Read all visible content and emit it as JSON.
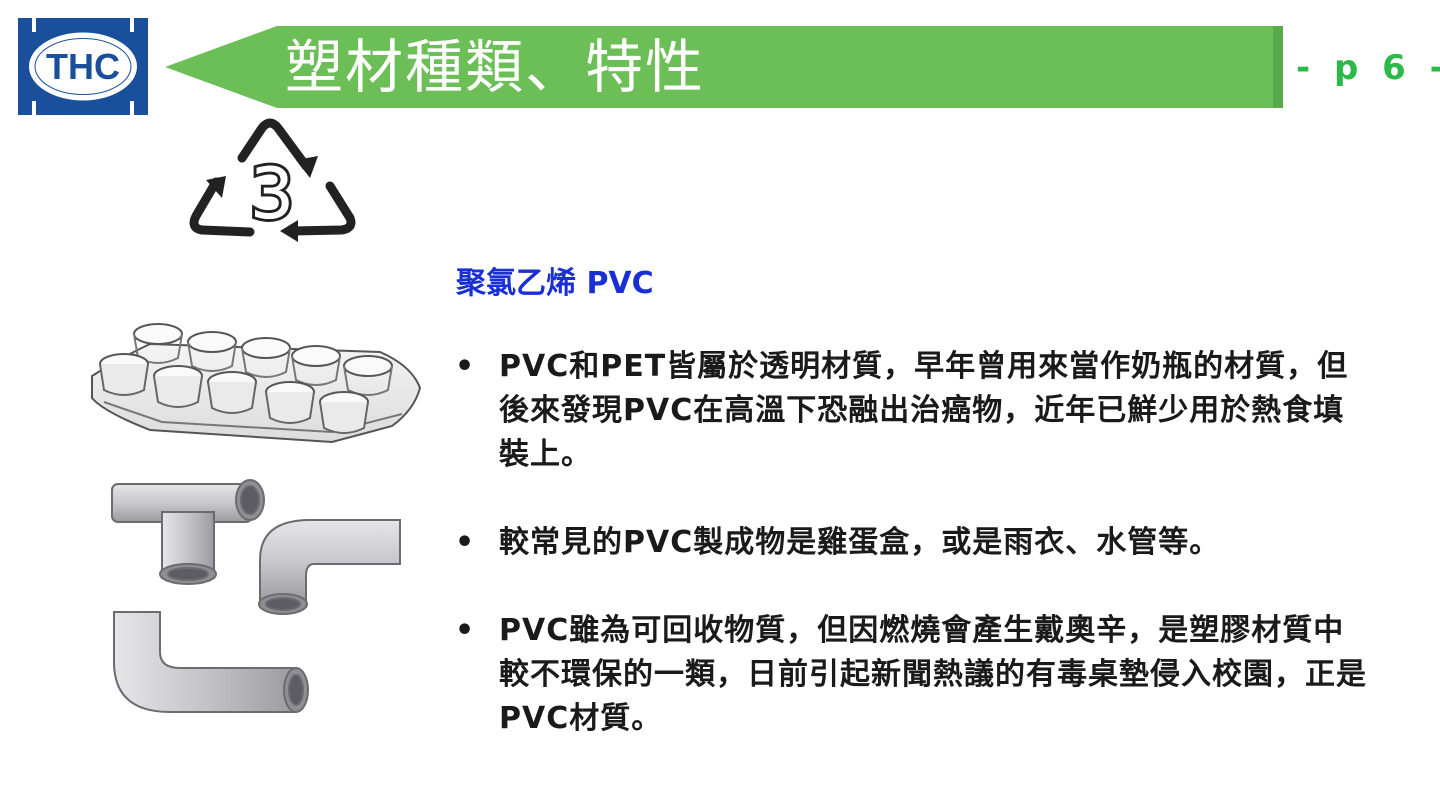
{
  "logo": {
    "text": "THC"
  },
  "header": {
    "title": "塑材種類、特性",
    "page_number": "- p 6 -"
  },
  "recycle_symbol": {
    "number": "3"
  },
  "content": {
    "subtitle": "聚氯乙烯  PVC",
    "bullet_symbol": "•",
    "bullets": [
      "PVC和PET皆屬於透明材質，早年曾用來當作奶瓶的材質，但後來發現PVC在高溫下恐融出治癌物，近年已鮮少用於熱食填裝上。",
      "較常見的PVC製成物是雞蛋盒，或是雨衣、水管等。",
      "PVC雖為可回收物質，但因燃燒會產生戴奧辛，是塑膠材質中較不環保的一類，日前引起新聞熱議的有毒桌墊侵入校園，正是PVC材質。"
    ]
  },
  "colors": {
    "banner_green": "#6cbf57",
    "logo_blue": "#1a4f9c",
    "subtitle_blue": "#1a2fd6",
    "page_number_green": "#2db84a"
  },
  "icons": [
    "thc-logo",
    "recycle-3-icon",
    "egg-carton-image",
    "pvc-pipes-image"
  ]
}
